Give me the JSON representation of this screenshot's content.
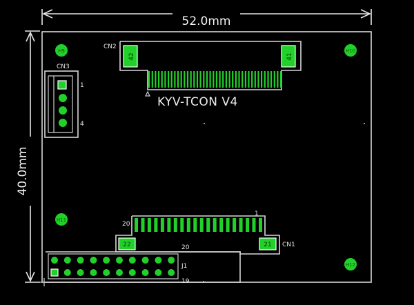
{
  "dimensions": {
    "width_label": "52.0mm",
    "height_label": "40.0mm"
  },
  "board": {
    "title": "KYV-TCON V4"
  },
  "connectors": {
    "cn2": {
      "ref": "CN2",
      "pin_left": "42",
      "pin_right": "41",
      "finger_count": 42
    },
    "cn3": {
      "ref": "CN3",
      "pin_first": "1",
      "pin_last": "4",
      "pin_count": 4
    },
    "cn1": {
      "ref": "CN1",
      "pin_1": "1",
      "pin_20": "20",
      "pin_22": "22",
      "pin_21": "21",
      "finger_count": 20
    },
    "j1": {
      "ref": "J1",
      "pin_top": "20",
      "pin_bottom": "19",
      "columns": 10,
      "rows": 2
    }
  },
  "mounting_holes": [
    {
      "label": "H9"
    },
    {
      "label": "H10"
    },
    {
      "label": "H11"
    },
    {
      "label": "H12"
    }
  ],
  "colors": {
    "background": "#000000",
    "copper": "#22d02a",
    "silkscreen": "#d8d8d8"
  }
}
